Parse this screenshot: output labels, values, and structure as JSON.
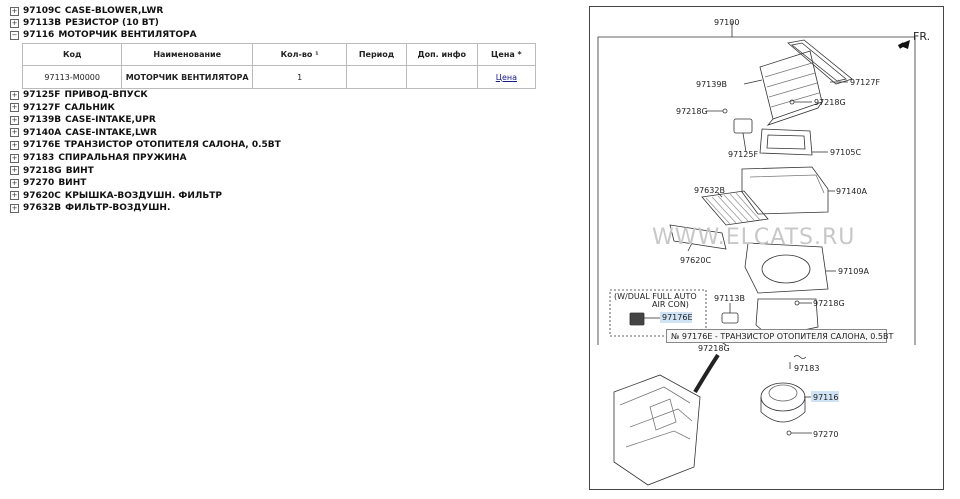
{
  "parts_top": [
    {
      "code": "97109C",
      "name": "CASE-BLOWER,LWR",
      "toggle": "+"
    },
    {
      "code": "97113B",
      "name": "РЕЗИСТОР (10 ВТ)",
      "toggle": "+"
    },
    {
      "code": "97116",
      "name": "МОТОРЧИК ВЕНТИЛЯТОРА",
      "toggle": "−"
    }
  ],
  "table": {
    "headers": [
      "Код",
      "Наименование",
      "Кол-во ¹",
      "Период",
      "Доп. инфо",
      "Цена *"
    ],
    "rows": [
      {
        "code": "97113-M0000",
        "name": "МОТОРЧИК ВЕНТИЛЯТОРА",
        "qty": "1",
        "period": "",
        "info": "",
        "price": "Цена"
      }
    ]
  },
  "parts_bottom": [
    {
      "code": "97125F",
      "name": "ПРИВОД-ВПУСК",
      "toggle": "+"
    },
    {
      "code": "97127F",
      "name": "САЛЬНИК",
      "toggle": "+"
    },
    {
      "code": "97139B",
      "name": "CASE-INTAKE,UPR",
      "toggle": "+"
    },
    {
      "code": "97140A",
      "name": "CASE-INTAKE,LWR",
      "toggle": "+"
    },
    {
      "code": "97176E",
      "name": "ТРАНЗИСТОР ОТОПИТЕЛЯ САЛОНА, 0.5ВТ",
      "toggle": "+"
    },
    {
      "code": "97183",
      "name": "СПИРАЛЬНАЯ ПРУЖИНА",
      "toggle": "+"
    },
    {
      "code": "97218G",
      "name": "ВИНТ",
      "toggle": "+"
    },
    {
      "code": "97270",
      "name": "ВИНТ",
      "toggle": "+"
    },
    {
      "code": "97620C",
      "name": "КРЫШКА-ВОЗДУШН. ФИЛЬТР",
      "toggle": "+"
    },
    {
      "code": "97632B",
      "name": "ФИЛЬТР-ВОЗДУШН.",
      "toggle": "+"
    }
  ],
  "diagram": {
    "labels": {
      "main": "97100",
      "fr": "FR.",
      "l97139B": "97139B",
      "l97127F": "97127F",
      "l97218G_a": "97218G",
      "l97218G_b": "97218G",
      "l97125F": "97125F",
      "l97105C": "97105C",
      "l97632B": "97632B",
      "l97140A": "97140A",
      "l97620C": "97620C",
      "l97109A": "97109A",
      "l97113B": "97113B",
      "l97218G_c": "97218G",
      "l97218G_d": "97218G",
      "l97183": "97183",
      "l97116": "97116",
      "l97270": "97270",
      "l97176E": "97176E",
      "note_line1": "(W/DUAL FULL AUTO",
      "note_line2": "AIR CON)"
    },
    "tooltip": "№ 97176E - ТРАНЗИСТОР ОТОПИТЕЛЯ САЛОНА, 0.5ВТ",
    "watermark": "WWW.ELCATS.RU",
    "highlight_color": "#cfe3f5"
  }
}
